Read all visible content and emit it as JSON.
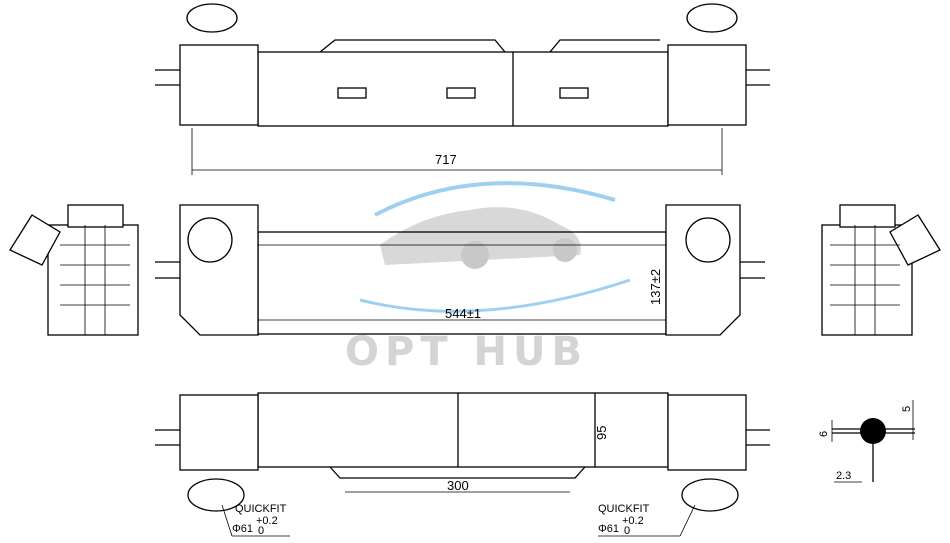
{
  "drawing": {
    "dimensions": {
      "overall_length": "717",
      "core_length": "544±1",
      "core_height": "137±2",
      "bracket_spacing": "300",
      "depth": "95",
      "clip_width": "6",
      "clip_height": "5",
      "clip_thickness": "2.3"
    },
    "connectors": {
      "left": {
        "label": "QUICKFIT",
        "diameter": "Φ61",
        "tol_upper": "+0.2",
        "tol_lower": "0"
      },
      "right": {
        "label": "QUICKFIT",
        "diameter": "Φ61",
        "tol_upper": "+0.2",
        "tol_lower": "0"
      }
    },
    "watermark": "OPT HUB"
  },
  "colors": {
    "line": "#000000",
    "watermark": "#d4d4d4",
    "swoosh": "#9fd0f0"
  }
}
